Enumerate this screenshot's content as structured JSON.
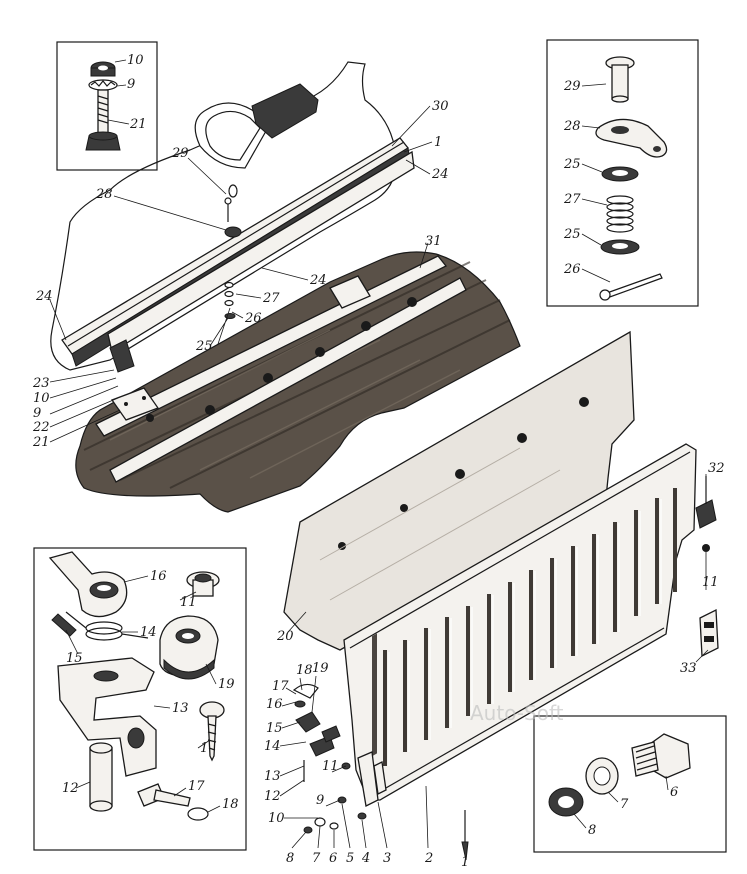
{
  "diagram": {
    "watermark": "Auto-Soft",
    "callouts": {
      "top_left_inset": [
        "10",
        "9",
        "21"
      ],
      "top_right_inset": [
        "29",
        "28",
        "25",
        "27",
        "25",
        "26"
      ],
      "main_upper": [
        "30",
        "1",
        "24",
        "29",
        "28",
        "31",
        "24",
        "27",
        "26",
        "25",
        "24",
        "23",
        "10",
        "9",
        "22",
        "21"
      ],
      "bottom_left_inset": [
        "16",
        "11",
        "14",
        "15",
        "19",
        "13",
        "1",
        "12",
        "17",
        "18"
      ],
      "tailgate": [
        "32",
        "11",
        "33",
        "20",
        "18",
        "19",
        "17",
        "16",
        "15",
        "14",
        "13",
        "11",
        "12",
        "9",
        "10",
        "8",
        "7",
        "6",
        "5",
        "4",
        "3",
        "2",
        "1"
      ],
      "bottom_right_inset": [
        "6",
        "7",
        "8"
      ]
    }
  }
}
